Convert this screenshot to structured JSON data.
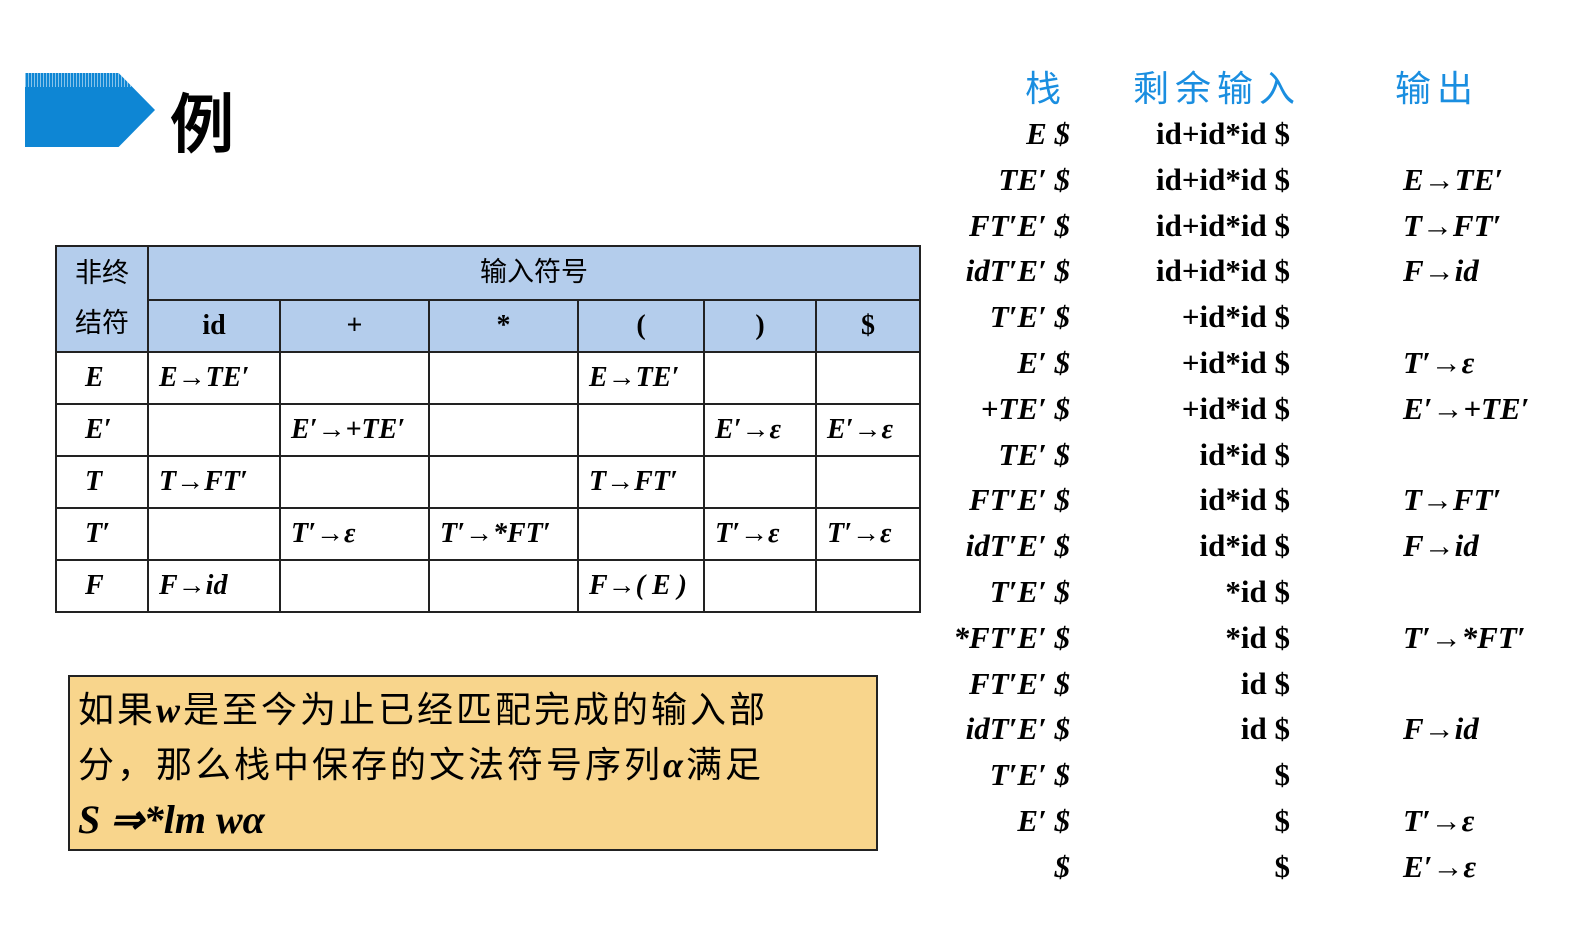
{
  "title": "例",
  "table": {
    "corner": [
      "非终",
      "结符"
    ],
    "input_header": "输入符号",
    "columns": [
      "id",
      "+",
      "*",
      "(",
      ")",
      "$"
    ],
    "rows": [
      {
        "nt": "E",
        "cells": [
          "E→TE′",
          "",
          "",
          "E→TE′",
          "",
          ""
        ]
      },
      {
        "nt": "E′",
        "cells": [
          "",
          "E′→+TE′",
          "",
          "",
          "E′→ε",
          "E′→ε"
        ]
      },
      {
        "nt": "T",
        "cells": [
          "T→FT′",
          "",
          "",
          "T→FT′",
          "",
          ""
        ]
      },
      {
        "nt": "T′",
        "cells": [
          "",
          "T′→ε",
          "T′→*FT′",
          "",
          "T′→ε",
          "T′→ε"
        ]
      },
      {
        "nt": "F",
        "cells": [
          "F→id",
          "",
          "",
          "F→( E )",
          "",
          ""
        ]
      }
    ]
  },
  "note": {
    "line1_a": "如果",
    "w": "w",
    "line1_b": "是至今为止已经匹配完成的输入部",
    "line2_a": "分，那么栈中保存的文法符号序列",
    "alpha": "α",
    "line2_b": "满足",
    "formula": "S ⇒*lm wα"
  },
  "trace": {
    "headers": [
      "栈",
      "剩余输入",
      "输出"
    ],
    "rows": [
      [
        "E $",
        "id+id*id $",
        ""
      ],
      [
        "TE′ $",
        "id+id*id $",
        "E→TE′"
      ],
      [
        "FT′E′ $",
        "id+id*id $",
        "T→FT′"
      ],
      [
        "idT′E′ $",
        "id+id*id $",
        "F→id"
      ],
      [
        "T′E′ $",
        "+id*id $",
        ""
      ],
      [
        "E′ $",
        "+id*id $",
        "T′→ε"
      ],
      [
        "+TE′ $",
        "+id*id $",
        "E′→+TE′"
      ],
      [
        "TE′ $",
        "id*id $",
        ""
      ],
      [
        "FT′E′ $",
        "id*id $",
        "T→FT′"
      ],
      [
        "idT′E′ $",
        "id*id $",
        "F→id"
      ],
      [
        "T′E′ $",
        "*id $",
        ""
      ],
      [
        "*FT′E′ $",
        "*id $",
        "T′→*FT′"
      ],
      [
        "FT′E′ $",
        "id $",
        ""
      ],
      [
        "idT′E′ $",
        "id $",
        "F→id"
      ],
      [
        "T′E′ $",
        "$",
        ""
      ],
      [
        "E′ $",
        "$",
        "T′→ε"
      ],
      [
        "$",
        "$",
        "E′→ε"
      ]
    ]
  }
}
